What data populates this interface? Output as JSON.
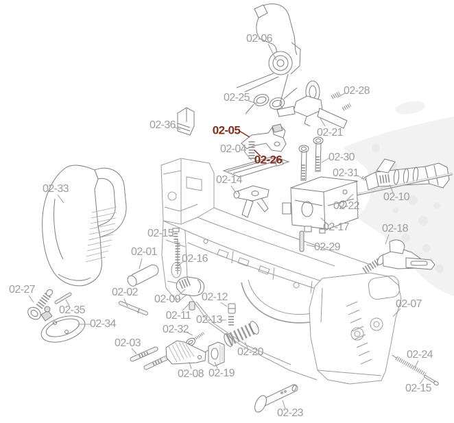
{
  "colors": {
    "background": "#ffffff",
    "label_gray": "#9c9c9c",
    "label_highlight": "#862e1c",
    "part_line": "#7d7d7d",
    "frame_line": "#9b9b9b",
    "watermark": "#f2f2f2"
  },
  "labels": [
    {
      "text": "02-06",
      "highlighted": false
    },
    {
      "text": "02-25",
      "highlighted": false
    },
    {
      "text": "02-28",
      "highlighted": false
    },
    {
      "text": "02-36",
      "highlighted": false
    },
    {
      "text": "02-05",
      "highlighted": true
    },
    {
      "text": "02-21",
      "highlighted": false
    },
    {
      "text": "02-04",
      "highlighted": false
    },
    {
      "text": "02-26",
      "highlighted": true
    },
    {
      "text": "02-30",
      "highlighted": false
    },
    {
      "text": "02-31",
      "highlighted": false
    },
    {
      "text": "02-10",
      "highlighted": false
    },
    {
      "text": "02-33",
      "highlighted": false
    },
    {
      "text": "02-14",
      "highlighted": false
    },
    {
      "text": "02-22",
      "highlighted": false
    },
    {
      "text": "02-17",
      "highlighted": false
    },
    {
      "text": "02-29",
      "highlighted": false
    },
    {
      "text": "02-18",
      "highlighted": false
    },
    {
      "text": "02-15",
      "highlighted": false
    },
    {
      "text": "02-01",
      "highlighted": false
    },
    {
      "text": "02-16",
      "highlighted": false
    },
    {
      "text": "02-02",
      "highlighted": false
    },
    {
      "text": "02-27",
      "highlighted": false
    },
    {
      "text": "02-35",
      "highlighted": false
    },
    {
      "text": "02-34",
      "highlighted": false
    },
    {
      "text": "02-09",
      "highlighted": false
    },
    {
      "text": "02-12",
      "highlighted": false
    },
    {
      "text": "02-11",
      "highlighted": false
    },
    {
      "text": "02-13",
      "highlighted": false
    },
    {
      "text": "02-32",
      "highlighted": false
    },
    {
      "text": "02-03",
      "highlighted": false
    },
    {
      "text": "02-08",
      "highlighted": false
    },
    {
      "text": "02-19",
      "highlighted": false
    },
    {
      "text": "02-20",
      "highlighted": false
    },
    {
      "text": "02-07",
      "highlighted": false
    },
    {
      "text": "02-24",
      "highlighted": false
    },
    {
      "text": "02-15",
      "highlighted": false
    },
    {
      "text": "02-23",
      "highlighted": false
    }
  ]
}
